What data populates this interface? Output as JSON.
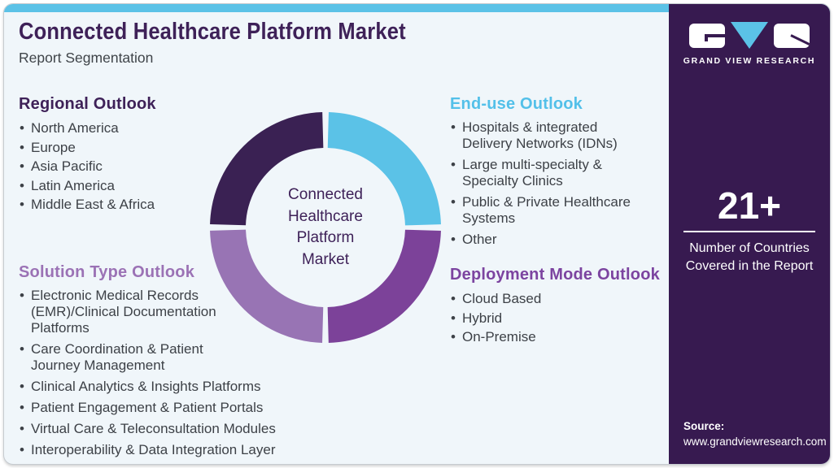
{
  "header": {
    "title": "Connected Healthcare Platform Market",
    "subtitle": "Report Segmentation"
  },
  "sections": {
    "regional": {
      "title": "Regional Outlook",
      "items": [
        "North America",
        "Europe",
        "Asia Pacific",
        "Latin America",
        "Middle East & Africa"
      ]
    },
    "solution": {
      "title": "Solution Type Outlook",
      "items": [
        "Electronic Medical Records\n(EMR)/Clinical Documentation\nPlatforms",
        "Care Coordination & Patient\nJourney Management",
        "Clinical Analytics & Insights Platforms",
        "Patient Engagement & Patient Portals",
        "Virtual Care & Teleconsultation Modules",
        "Interoperability & Data Integration Layer"
      ]
    },
    "enduse": {
      "title": "End-use Outlook",
      "items": [
        "Hospitals & integrated\nDelivery Networks (IDNs)",
        "Large multi-specialty &\nSpecialty Clinics",
        "Public & Private Healthcare\nSystems",
        "Other"
      ]
    },
    "deployment": {
      "title": "Deployment Mode Outlook",
      "items": [
        "Cloud Based",
        "Hybrid",
        "On-Premise"
      ]
    }
  },
  "chart_data": {
    "type": "donut",
    "title": "Connected Healthcare Platform Market segmentation wheel",
    "center_label": "Connected Healthcare Platform Market",
    "segments": [
      {
        "label": "End-use Outlook",
        "value": 25,
        "color": "#5BC2E7"
      },
      {
        "label": "Deployment Mode Outlook",
        "value": 25,
        "color": "#7C4299"
      },
      {
        "label": "Solution Type Outlook",
        "value": 25,
        "color": "#9874B4"
      },
      {
        "label": "Regional Outlook",
        "value": 25,
        "color": "#3A2153"
      }
    ],
    "start_angle": -90,
    "gap_degrees": 3.2,
    "outer_radius": 142,
    "inner_radius": 98,
    "legend": "none"
  },
  "sidebar": {
    "logo_text": "GRAND VIEW RESEARCH",
    "stat": {
      "value": "21+",
      "caption": "Number of Countries Covered in the Report"
    },
    "source": {
      "label": "Source:",
      "url": "www.grandviewresearch.com"
    }
  },
  "theme": {
    "accent_bar": "#5BC2E7",
    "card_bg": "#F0F6FA",
    "sidebar_bg": "#371A50",
    "title_color": "#3E2158",
    "body_text": "#3D4147",
    "heading_regional": "#3E2158",
    "heading_enduse": "#53C0E9",
    "heading_solution": "#9B72B5",
    "heading_deployment": "#7C44A0"
  }
}
